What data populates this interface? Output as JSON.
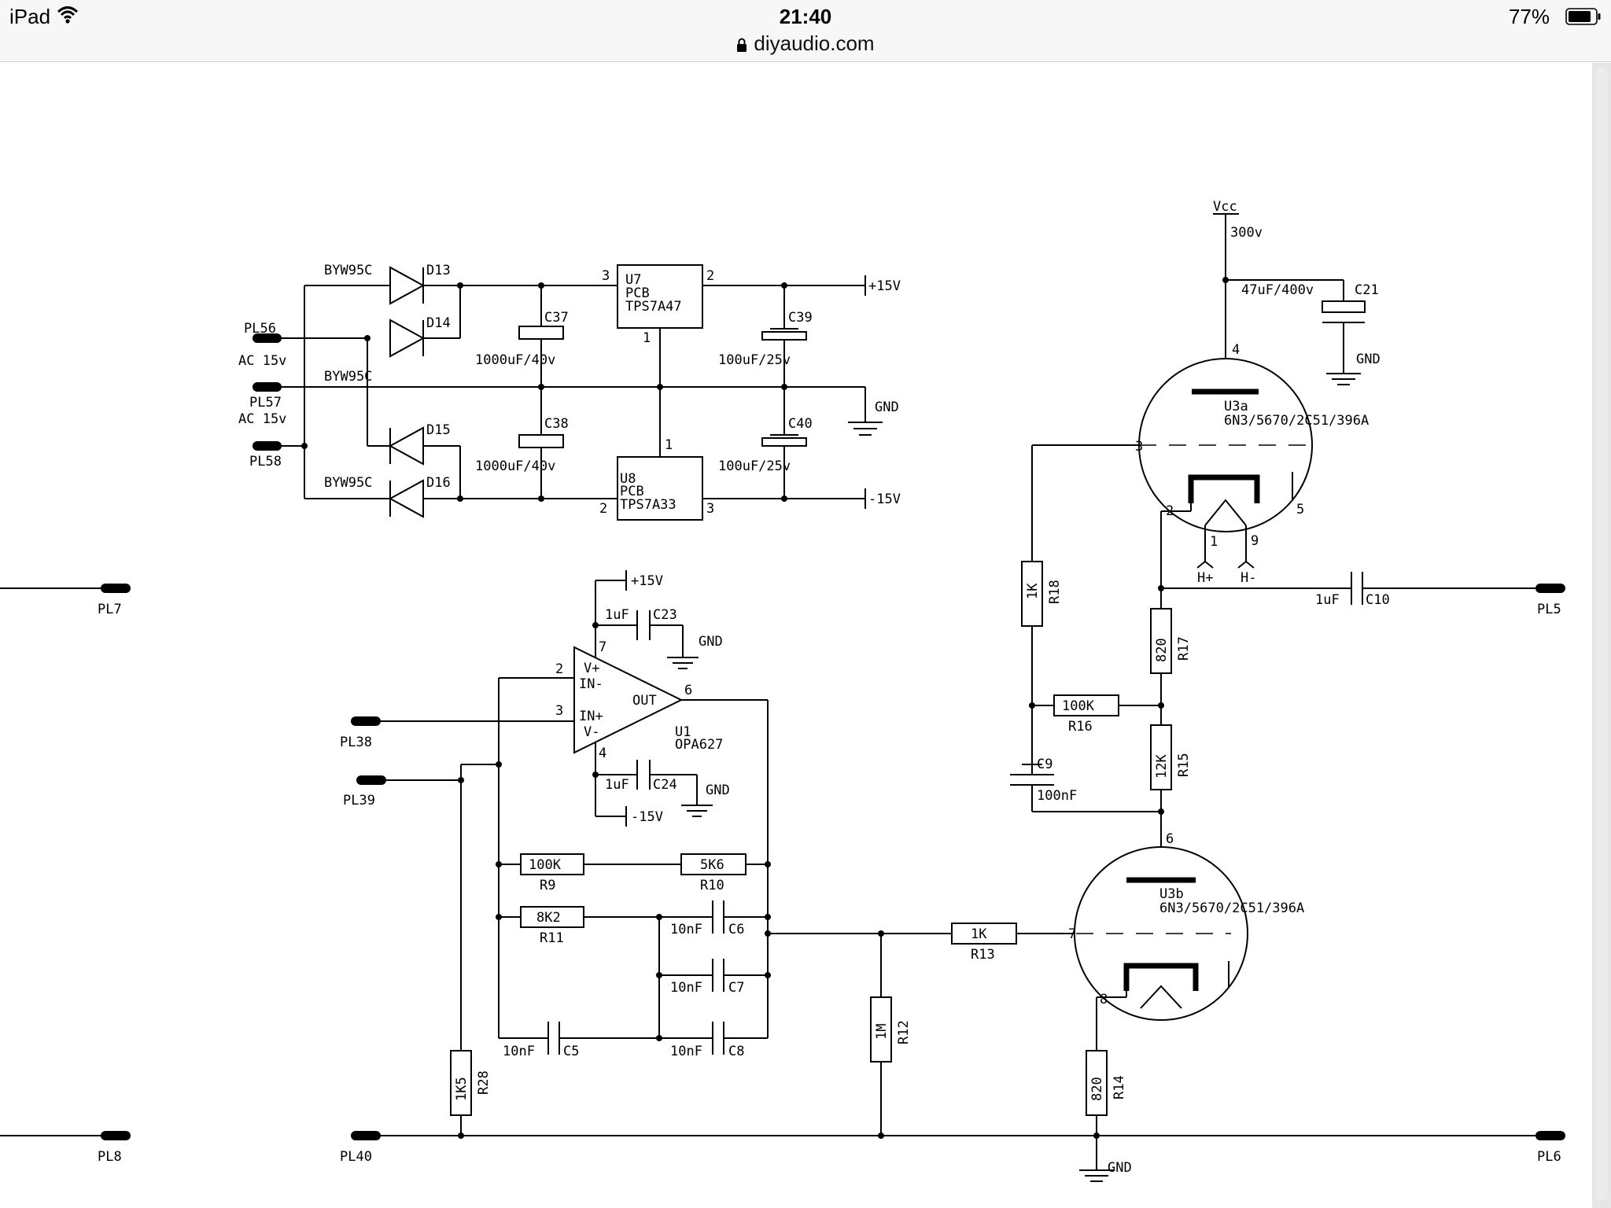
{
  "status_bar": {
    "device": "iPad",
    "time": "21:40",
    "url": "diyaudio.com",
    "battery_percent": "77%",
    "icons": [
      "wifi-icon",
      "lock-icon",
      "battery-icon"
    ]
  },
  "schematic": {
    "rectifier": {
      "diode_top": "BYW95C",
      "diode_top_ref": "D13",
      "diode_mid_ref": "D14",
      "mid_label": "BYW95C",
      "diode_15_ref": "D15",
      "diode_bottom": "BYW95C",
      "diode_bottom_ref": "D16",
      "pl56": "PL56",
      "ac1": "AC 15v",
      "pl57": "PL57",
      "ac2": "AC 15v",
      "pl58": "PL58"
    },
    "regulators": {
      "u7_ref": "U7",
      "u7_pcb": "PCB",
      "u7_part": "TPS7A47",
      "u7_pin_in": "3",
      "u7_pin_out": "2",
      "u7_pin_gnd": "1",
      "u8_ref": "U8",
      "u8_pcb": "PCB",
      "u8_part": "TPS7A33",
      "u8_pin_gnd": "1",
      "u8_pin_in": "2",
      "u8_pin_out": "3",
      "c37": "C37",
      "c37_val": "1000uF/40v",
      "c38": "C38",
      "c38_val": "1000uF/40v",
      "c39": "C39",
      "c39_val": "100uF/25v",
      "c40": "C40",
      "c40_val": "100uF/25v",
      "plus15": "+15V",
      "minus15": "-15V",
      "gnd": "GND"
    },
    "opamp": {
      "pin2": "2",
      "pin3": "3",
      "pin4": "4",
      "pin6": "6",
      "pin7": "7",
      "vplus": "V+",
      "inminus": "IN-",
      "inplus": "IN+",
      "vminus": "V-",
      "out": "OUT",
      "ref": "U1",
      "part": "OPA627",
      "supply_pos": "+15V",
      "supply_neg": "-15V",
      "c23_val": "1uF",
      "c23": "C23",
      "c24_val": "1uF",
      "c24": "C24",
      "gnd1": "GND",
      "gnd2": "GND"
    },
    "filter": {
      "r9_val": "100K",
      "r9": "R9",
      "r10_val": "5K6",
      "r10": "R10",
      "r11_val": "8K2",
      "r11": "R11",
      "c6_val": "10nF",
      "c6": "C6",
      "c7_val": "10nF",
      "c7": "C7",
      "c8_val": "10nF",
      "c8": "C8",
      "c5_val": "10nF",
      "c5": "C5",
      "r28_val": "1K5",
      "r28": "R28",
      "r12_val": "1M",
      "r12": "R12",
      "r13_val": "1K",
      "r13": "R13"
    },
    "tube_stage": {
      "vcc": "Vcc",
      "v300": "300v",
      "c21_val": "47uF/400v",
      "c21": "C21",
      "c21_gnd": "GND",
      "u3a_ref": "U3a",
      "u3a_part": "6N3/5670/2C51/396A",
      "u3a_pin1": "1",
      "u3a_pin2": "2",
      "u3a_pin3": "3",
      "u3a_pin4": "4",
      "u3a_pin5": "5",
      "u3a_pin9": "9",
      "hplus": "H+",
      "hminus": "H-",
      "r18_val": "1K",
      "r18": "R18",
      "c10_val": "1uF",
      "c10": "C10",
      "r17_val": "820",
      "r17": "R17",
      "r16_val": "100K",
      "r16": "R16",
      "r15_val": "12K",
      "r15": "R15",
      "c9": "C9",
      "c9_val": "100nF",
      "u3b_ref": "U3b",
      "u3b_part": "6N3/5670/2C51/396A",
      "u3b_pin6": "6",
      "u3b_pin7": "7",
      "u3b_pin8": "8",
      "r14_val": "820",
      "r14": "R14",
      "gnd_bottom": "GND"
    },
    "connectors": {
      "pl7": "PL7",
      "pl8": "PL8",
      "pl38": "PL38",
      "pl39": "PL39",
      "pl40": "PL40",
      "pl5": "PL5",
      "pl6": "PL6"
    }
  }
}
